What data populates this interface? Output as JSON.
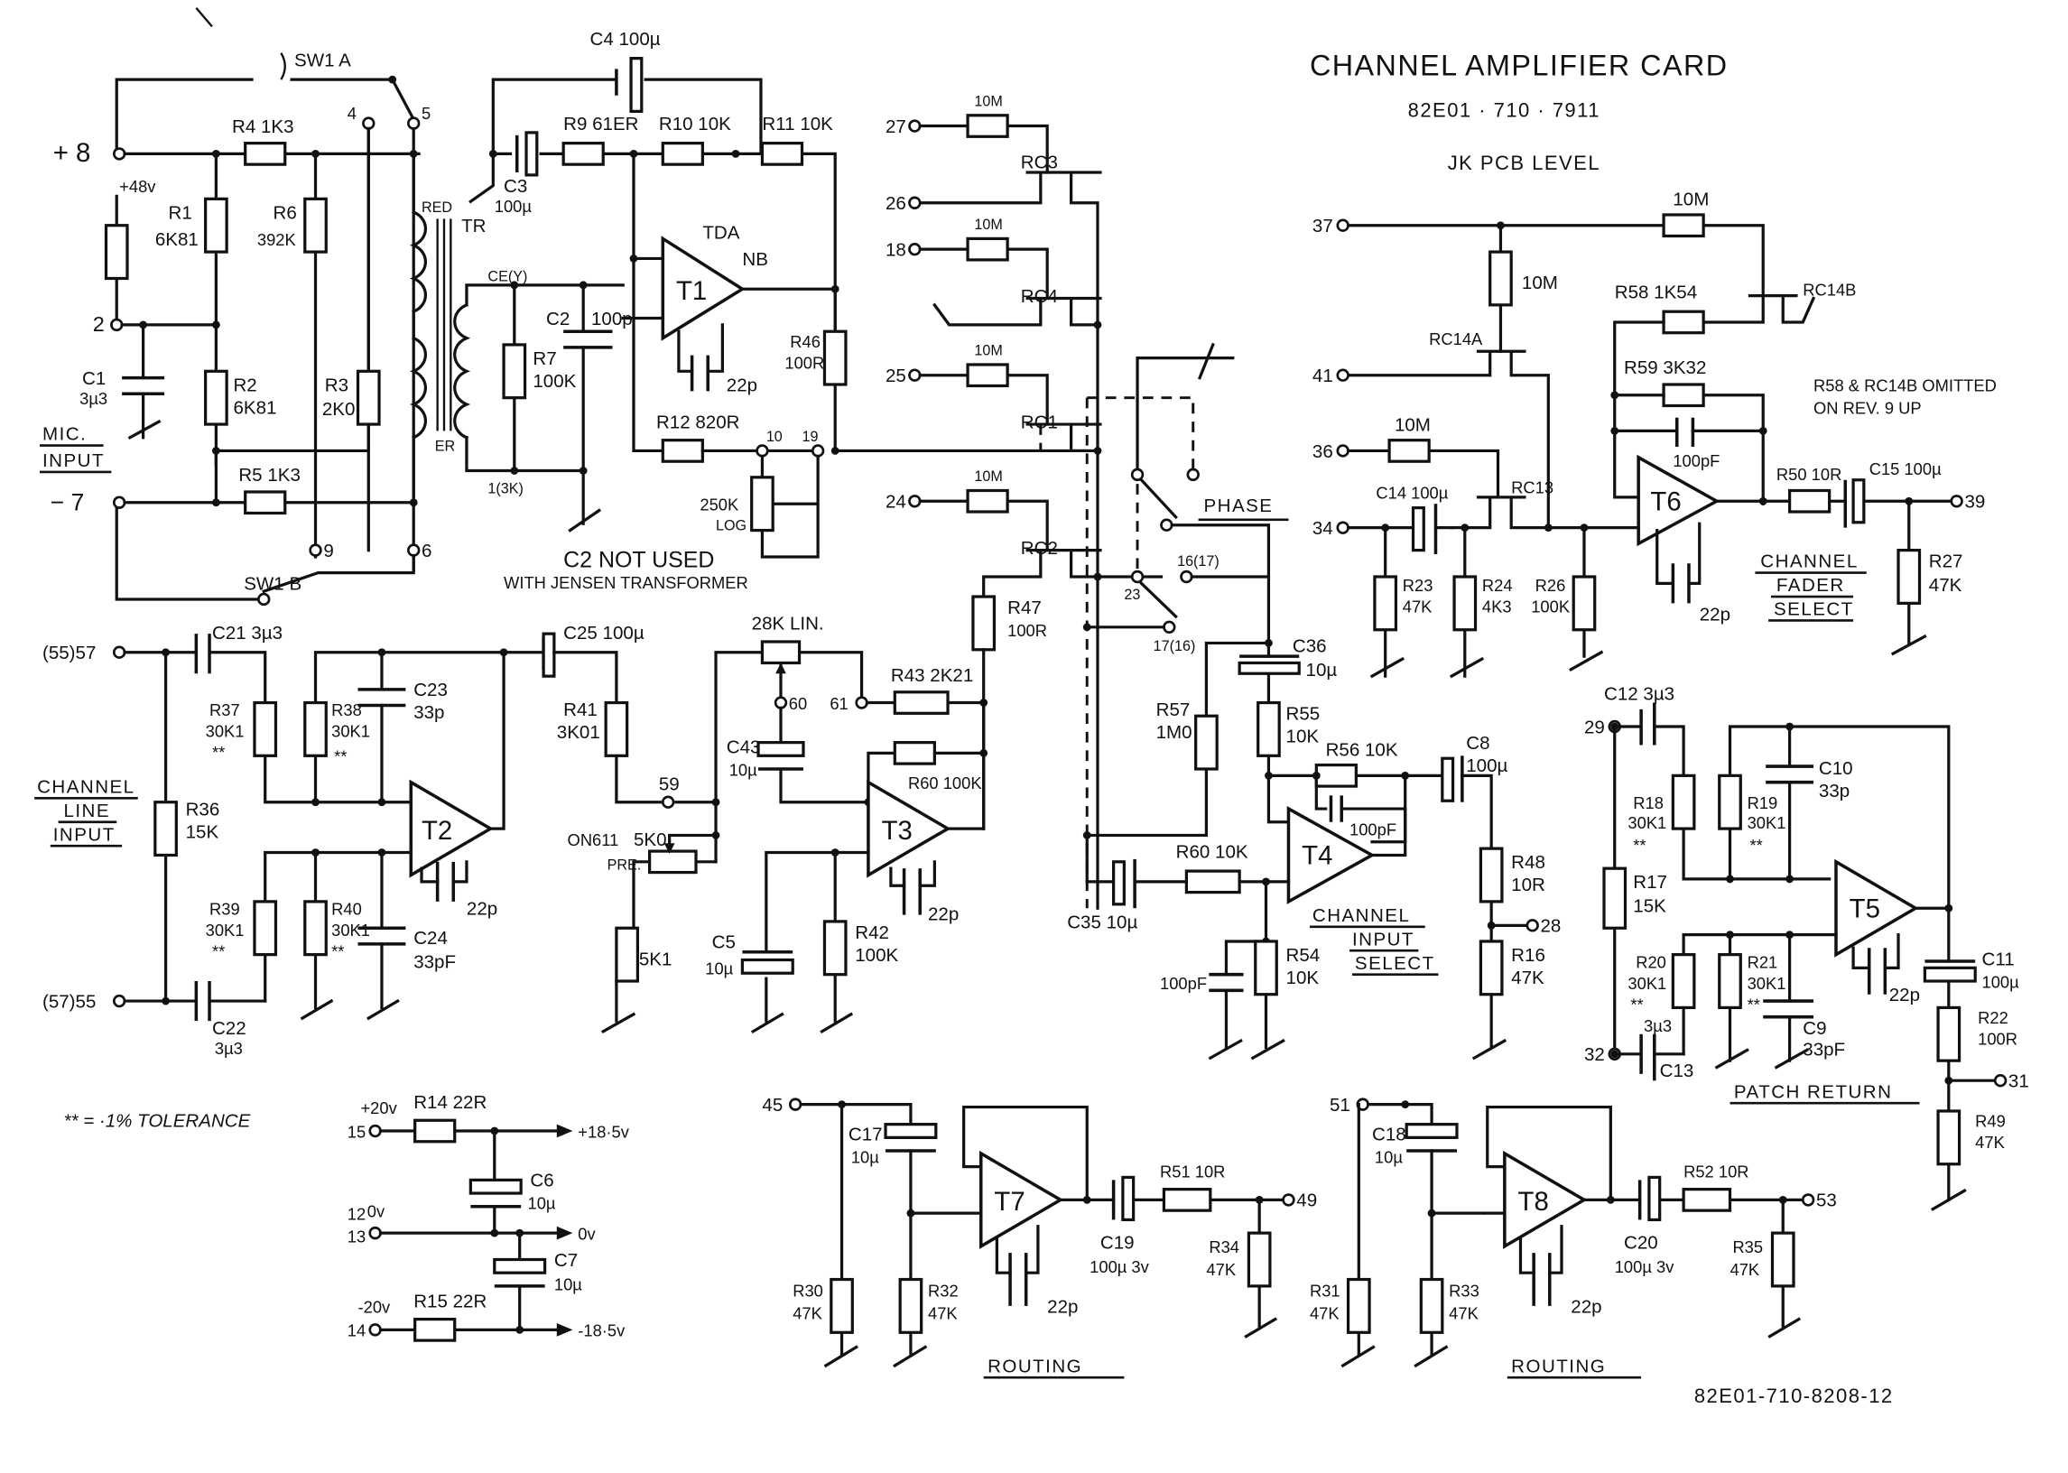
{
  "title": {
    "main": "CHANNEL AMPLIFIER CARD",
    "part_number": "82E01 · 710 · 7911",
    "subtitle": "JK PCB LEVEL",
    "drawing_number": "82E01-710-8208-12"
  },
  "notes": {
    "tolerance": "** = ·1% TOLERANCE",
    "c2_note_line1": "C2 NOT USED",
    "c2_note_line2": "WITH JENSEN TRANSFORMER",
    "r58_note_line1": "R58 & RC14B OMITTED",
    "r58_note_line2": "ON REV. 9 UP"
  },
  "sections": {
    "mic_input": [
      "MIC.",
      "INPUT"
    ],
    "channel_line_input": [
      "CHANNEL",
      "LINE",
      "INPUT"
    ],
    "phase": "PHASE",
    "channel_input_select": [
      "CHANNEL",
      "INPUT",
      "SELECT"
    ],
    "channel_fader_select": [
      "CHANNEL",
      "FADER",
      "SELECT"
    ],
    "patch_return": "PATCH RETURN",
    "routing_1": "ROUTING",
    "routing_2": "ROUTING"
  },
  "amplifiers": {
    "t1": "T1",
    "t1_type_a": "TDA",
    "t1_type_b": "NB",
    "t2": "T2",
    "t3": "T3",
    "t4": "T4",
    "t5": "T5",
    "t6": "T6",
    "t7": "T7",
    "t8": "T8"
  },
  "switches": {
    "sw1a": "SW1 A",
    "sw1b": "SW1 B",
    "transformer": "TR",
    "tr_red": "RED",
    "tr_er": "ER",
    "tr_ce": "CE(Y)",
    "tr_10k": "1(3K)"
  },
  "relays": {
    "rc1": "RC1",
    "rc2": "RC2",
    "rc3": "RC3",
    "rc4": "RC4",
    "rc13": "RC13",
    "rc14a": "RC14A",
    "rc14b": "RC14B"
  },
  "terminals": {
    "t8": "+ 8",
    "t2": "2",
    "t7": "− 7",
    "t4": "4",
    "t5": "5",
    "t9": "9",
    "t6": "6",
    "t10": "10",
    "t19": "19",
    "t27": "27",
    "t26": "26",
    "t18": "18",
    "t25": "25",
    "t24": "24",
    "t23": "23",
    "t16_17": "16(17)",
    "t17_16": "17(16)",
    "t37": "37",
    "t41": "41",
    "t36": "36",
    "t34": "34",
    "t39": "39",
    "t57": "(55)57",
    "t55": "(57)55",
    "t59": "59",
    "t60": "60",
    "t61": "61",
    "t28": "28",
    "t29": "29",
    "t32": "32",
    "t31": "31",
    "t15": "15",
    "t12": "12",
    "t13": "13",
    "t14": "14",
    "t45": "45",
    "t49": "49",
    "t51": "51",
    "t53": "53"
  },
  "supply": {
    "plus48": "+48v",
    "plus20": "+20v",
    "zero_in": "0v",
    "minus20": "-20v",
    "plus18_5": "+18·5v",
    "zero_out": "0v",
    "minus18_5": "-18·5v"
  },
  "components": {
    "r1": [
      "R1",
      "6K81"
    ],
    "r2": [
      "R2",
      "6K81"
    ],
    "r3": [
      "R3",
      "2K0"
    ],
    "r4": [
      "R4",
      "1K3"
    ],
    "r5": [
      "R5",
      "1K3"
    ],
    "r6": [
      "R6",
      "392K"
    ],
    "r7": [
      "R7",
      "100K"
    ],
    "r9": [
      "R9",
      "61ER"
    ],
    "r10": [
      "R10",
      "10K"
    ],
    "r11": [
      "R11",
      "10K"
    ],
    "r12": [
      "R12",
      "820R"
    ],
    "r46": [
      "R46",
      "100R"
    ],
    "pot250k": [
      "250K",
      "LOG"
    ],
    "c1": [
      "C1",
      "3µ3"
    ],
    "c2": [
      "C2",
      "100p"
    ],
    "c3": [
      "C3",
      "100µ"
    ],
    "c4": [
      "C4",
      "100µ"
    ],
    "c_t1": "22p",
    "r10m_27": "10M",
    "r10m_18": "10M",
    "r10m_25": "10M",
    "r10m_24": "10M",
    "r47": [
      "R47",
      "100R"
    ],
    "r10m_37": "10M",
    "r10m_vert": "10M",
    "r10m_36": "10M",
    "r58": [
      "R58",
      "1K54"
    ],
    "r59": [
      "R59",
      "3K32"
    ],
    "c_r59": "100pF",
    "c14": [
      "C14",
      "100µ"
    ],
    "r23": [
      "R23",
      "47K"
    ],
    "r24": [
      "R24",
      "4K3"
    ],
    "r26": [
      "R26",
      "100K"
    ],
    "c_t6": "22p",
    "r50": [
      "R50",
      "10R"
    ],
    "c15": [
      "C15",
      "100µ"
    ],
    "r27": [
      "R27",
      "47K"
    ],
    "c21": [
      "C21",
      "3µ3"
    ],
    "c22": [
      "C22",
      "3µ3"
    ],
    "r36": [
      "R36",
      "15K"
    ],
    "r37": [
      "R37",
      "30K1",
      "**"
    ],
    "r38": [
      "R38",
      "30K1",
      "**"
    ],
    "r39": [
      "R39",
      "30K1",
      "**"
    ],
    "r40": [
      "R40",
      "30K1",
      "**"
    ],
    "c23": [
      "C23",
      "33p"
    ],
    "c24": [
      "C24",
      "33pF"
    ],
    "c_t2": "22p",
    "c25": [
      "C25",
      "100µ"
    ],
    "r41": [
      "R41",
      "3K01"
    ],
    "pot28k": "28K LIN.",
    "r43": [
      "R43",
      "2K21"
    ],
    "c43": [
      "C43",
      "10µ"
    ],
    "r60b": [
      "R60",
      "100K"
    ],
    "pot5k": [
      "ON611",
      "5K0",
      "PRE."
    ],
    "r5k1": "5K1",
    "c5": [
      "C5",
      "10µ"
    ],
    "r42": [
      "R42",
      "100K"
    ],
    "c_t3": "22p",
    "c36": [
      "C36",
      "10µ"
    ],
    "r57": [
      "R57",
      "1M0"
    ],
    "r55": [
      "R55",
      "10K"
    ],
    "r56": [
      "R56",
      "10K"
    ],
    "c_r56": "100pF",
    "c8": [
      "C8",
      "100µ"
    ],
    "c35": [
      "C35",
      "10µ"
    ],
    "r60": [
      "R60",
      "10K"
    ],
    "c_100pf": "100pF",
    "r54": [
      "R54",
      "10K"
    ],
    "r48": [
      "R48",
      "10R"
    ],
    "r16": [
      "R16",
      "47K"
    ],
    "c12": [
      "C12",
      "3µ3"
    ],
    "c13": [
      "C13",
      "3µ3"
    ],
    "r17": [
      "R17",
      "15K"
    ],
    "r18": [
      "R18",
      "30K1",
      "**"
    ],
    "r19": [
      "R19",
      "30K1",
      "**"
    ],
    "r20": [
      "R20",
      "30K1",
      "**"
    ],
    "r21": [
      "R21",
      "30K1",
      "**"
    ],
    "c10": [
      "C10",
      "33p"
    ],
    "c9": [
      "C9",
      "33pF"
    ],
    "c_t5": "22p",
    "c11": [
      "C11",
      "100µ"
    ],
    "r22": [
      "R22",
      "100R"
    ],
    "r49": [
      "R49",
      "47K"
    ],
    "r14": [
      "R14",
      "22R"
    ],
    "r15": [
      "R15",
      "22R"
    ],
    "c6": [
      "C6",
      "10µ"
    ],
    "c7": [
      "C7",
      "10µ"
    ],
    "c17": [
      "C17",
      "10µ"
    ],
    "r30": [
      "R30",
      "47K"
    ],
    "r32": [
      "R32",
      "47K"
    ],
    "c_t7": "22p",
    "c19": [
      "C19",
      "100µ 3v"
    ],
    "r51": [
      "R51",
      "10R"
    ],
    "r34": [
      "R34",
      "47K"
    ],
    "c18": [
      "C18",
      "10µ"
    ],
    "r31": [
      "R31",
      "47K"
    ],
    "r33": [
      "R33",
      "47K"
    ],
    "c_t8": "22p",
    "c20": [
      "C20",
      "100µ 3v"
    ],
    "r52": [
      "R52",
      "10R"
    ],
    "r35": [
      "R35",
      "47K"
    ]
  }
}
